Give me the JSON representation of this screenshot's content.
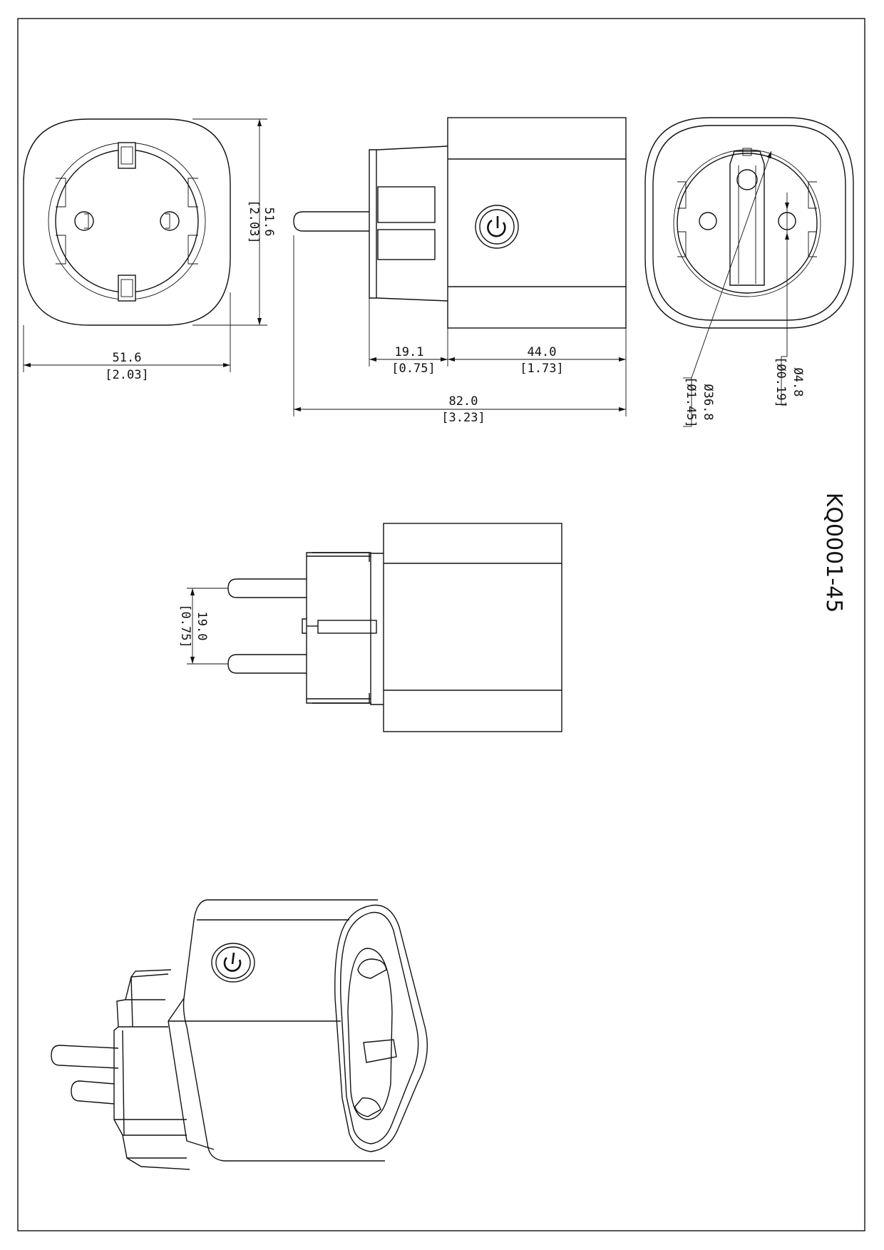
{
  "drawing": {
    "code": "KQ0001-45",
    "dimensions": {
      "front_width": {
        "mm": "51.6",
        "inch": "[2.03]"
      },
      "front_height": {
        "mm": "51.6",
        "inch": "[2.03]"
      },
      "plug_depth": {
        "mm": "19.1",
        "inch": "[0.75]"
      },
      "body_depth": {
        "mm": "44.0",
        "inch": "[1.73]"
      },
      "total_length": {
        "mm": "82.0",
        "inch": "[3.23]"
      },
      "socket_dia": {
        "mm": "Ø36.8",
        "inch": "[Ø1.45]"
      },
      "pin_dia": {
        "mm": "Ø4.8",
        "inch": "[Ø0.19]"
      },
      "pin_spacing": {
        "mm": "19.0",
        "inch": "[0.75]"
      }
    }
  }
}
